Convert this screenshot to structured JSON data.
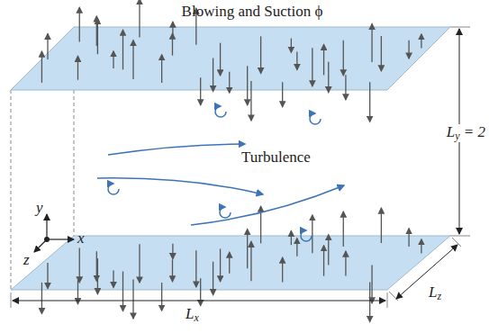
{
  "diagram": {
    "labels": [
      "Blowing and Suction ϕ",
      "Turbulence",
      "Ly = 2",
      "Lz",
      "Lx",
      "y",
      "x",
      "z"
    ]
  }
}
